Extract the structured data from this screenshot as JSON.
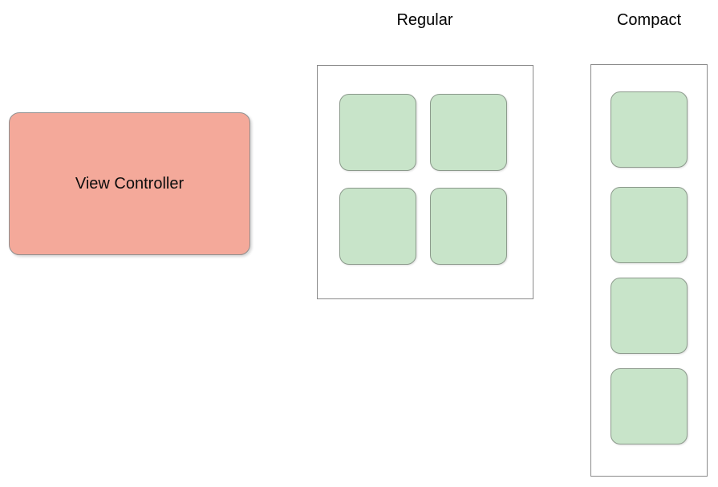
{
  "diagram": {
    "type": "size-class-layout-diagram",
    "background_color": "#ffffff",
    "source_node": {
      "label": "View Controller",
      "fill_color": "#f4a99a",
      "border_color": "#8f8f8f"
    },
    "columns": [
      {
        "id": "regular",
        "label": "Regular",
        "frame_border_color": "#8a8a8a",
        "arrangement": "grid-2x2",
        "cell_count": 4,
        "cell_fill_color": "#c8e4c9",
        "cell_border_color": "#8c9a8c",
        "cells": [
          {
            "row": 0,
            "col": 0
          },
          {
            "row": 0,
            "col": 1
          },
          {
            "row": 1,
            "col": 0
          },
          {
            "row": 1,
            "col": 1
          }
        ]
      },
      {
        "id": "compact",
        "label": "Compact",
        "frame_border_color": "#8a8a8a",
        "arrangement": "column-1x4",
        "cell_count": 4,
        "cell_fill_color": "#c8e4c9",
        "cell_border_color": "#8c9a8c",
        "cells": [
          {
            "index": 0
          },
          {
            "index": 1
          },
          {
            "index": 2
          },
          {
            "index": 3
          }
        ]
      }
    ]
  }
}
